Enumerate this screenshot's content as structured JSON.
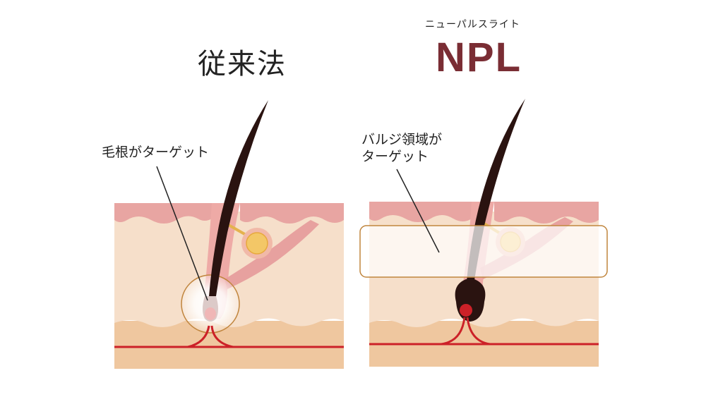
{
  "left_panel": {
    "title": "従来法",
    "callout": "毛根がターゲット"
  },
  "right_panel": {
    "subtitle": "ニューパルスライト",
    "title": "NPL",
    "callout_lines": [
      "バルジ領域が",
      "ターゲット"
    ]
  },
  "colors": {
    "npl_brand": "#7a2d34",
    "text": "#222222",
    "epidermis": "#e8a5a2",
    "dermis": "#f6dfca",
    "subcutis": "#efc79f",
    "blood_vessel": "#cc2128",
    "hair": "#2a1310",
    "target_outline": "#c0853d"
  }
}
